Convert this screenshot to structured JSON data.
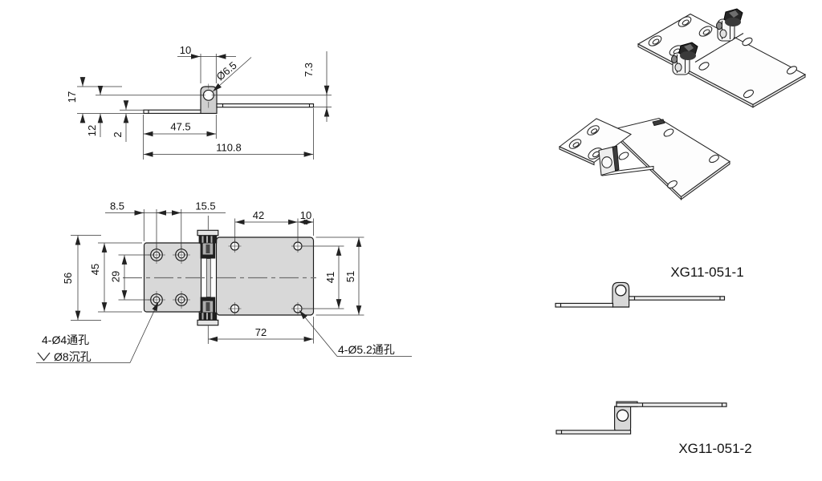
{
  "colors": {
    "plate_fill": "#d8d8d8",
    "knuckle_fill": "#cfcfcf",
    "part_fill": "#f1f1f1",
    "dark_fill": "#1f1f1f",
    "line": "#1a1a1a",
    "dim_line": "#333333",
    "centerline": "#6f6f6f"
  },
  "side": {
    "d10": "10",
    "dia": "Ø6.5",
    "d73": "7.3",
    "d17": "17",
    "d12": "12",
    "d2": "2",
    "d475": "47.5",
    "d1108": "110.8"
  },
  "plan": {
    "d85": "8.5",
    "d155": "15.5",
    "d42": "42",
    "d10": "10",
    "d56": "56",
    "d45": "45",
    "d29": "29",
    "d41": "41",
    "d51": "51",
    "d72": "72",
    "note_l1": "4-Ø4通孔",
    "note_l2": "Ø8沉孔",
    "note_r": "4-Ø5.2通孔"
  },
  "parts": {
    "p1": "XG11-051-1",
    "p2": "XG11-051-2"
  }
}
